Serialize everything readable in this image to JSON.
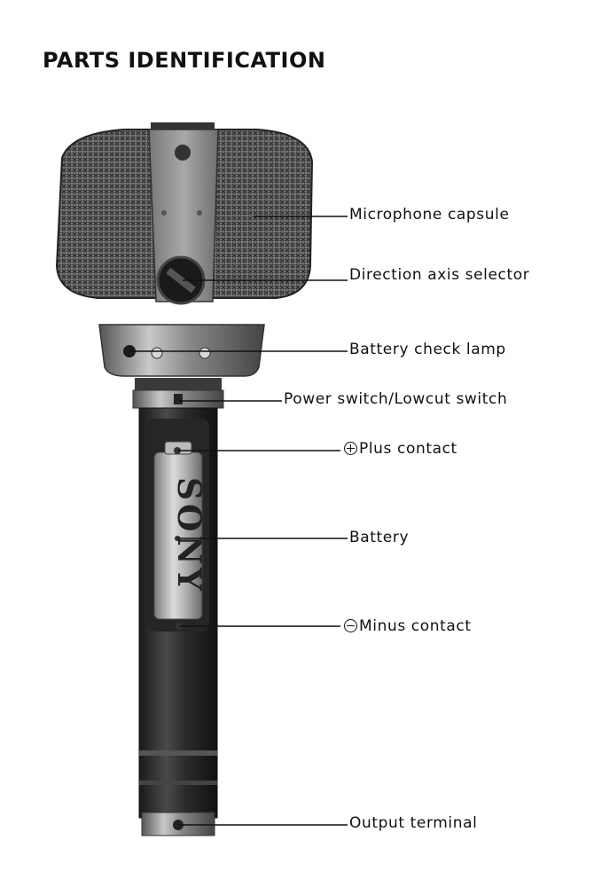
{
  "page": {
    "title": "PARTS IDENTIFICATION"
  },
  "battery_brand": "SONY",
  "labels": {
    "microphone_capsule": "Microphone capsule",
    "direction_axis_selector": "Direction axis selector",
    "battery_check_lamp": "Battery check lamp",
    "power_switch": "Power switch/Lowcut switch",
    "plus_contact": "Plus contact",
    "battery": "Battery",
    "minus_contact": "Minus contact",
    "output_terminal": "Output terminal"
  },
  "icons": {
    "plus_contact": "circled-plus-icon",
    "minus_contact": "circled-minus-icon"
  }
}
